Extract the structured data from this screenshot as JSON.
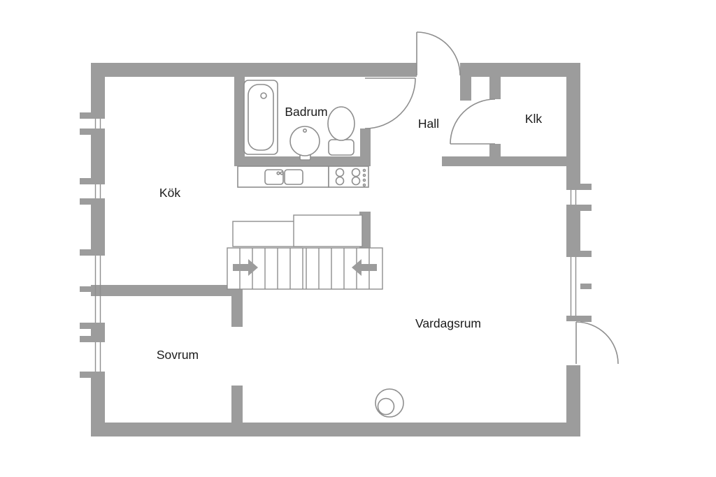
{
  "colors": {
    "wall": "#9c9c9c",
    "fixture_line": "#8e8e8e",
    "text": "#1b1b1b",
    "background": "#ffffff"
  },
  "rooms": {
    "badrum": {
      "label": "Badrum"
    },
    "hall": {
      "label": "Hall"
    },
    "klk": {
      "label": "Klk"
    },
    "kok": {
      "label": "Kök"
    },
    "vardagsrum": {
      "label": "Vardagsrum"
    },
    "sovrum": {
      "label": "Sovrum"
    }
  },
  "fixtures": {
    "bathtub": "bathtub-icon",
    "washbasin": "washbasin-icon",
    "toilet": "toilet-icon",
    "kitchen_sink": "kitchen-sink-icon",
    "stove": "stove-icon",
    "staircase": "staircase-with-direction-arrows",
    "round_stove": "round-stove-icon",
    "doors": "door-swing-arc",
    "windows": "window-opening"
  }
}
